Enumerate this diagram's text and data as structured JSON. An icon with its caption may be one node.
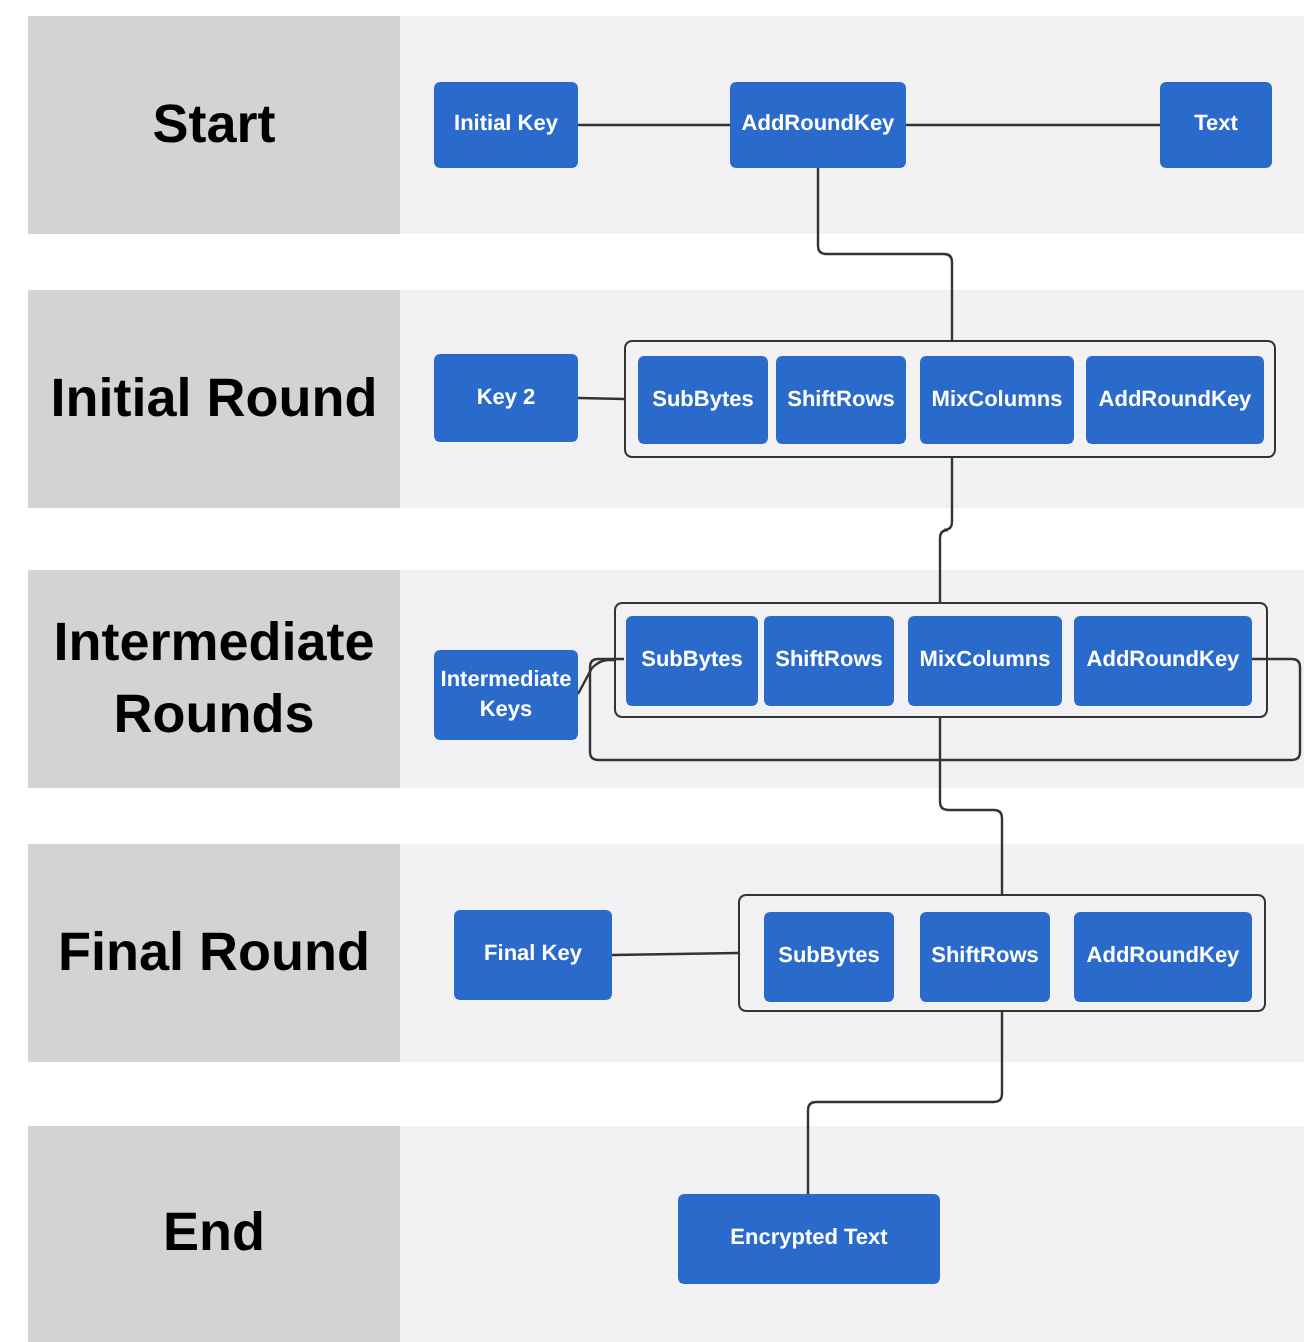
{
  "diagram": {
    "nodes": [
      {
        "text": [
          "Start"
        ]
      },
      {
        "text": [
          "Initial Key"
        ]
      },
      {
        "text": [
          "AddRoundKey"
        ]
      },
      {
        "text": [
          "Text"
        ]
      },
      {
        "text": [
          "Initial Round"
        ]
      },
      {
        "text": [
          "Key 2"
        ]
      },
      {
        "text": [],
        "shape": "box"
      },
      {
        "text": [
          "SubBytes"
        ],
        "in": 6
      },
      {
        "text": [
          "ShiftRows"
        ],
        "in": 6
      },
      {
        "text": [
          "MixColumns"
        ],
        "in": 6
      },
      {
        "text": [
          "AddRoundKey"
        ],
        "in": 6
      },
      {
        "text": [
          "Intermediate Rounds"
        ]
      },
      {
        "text": [
          "Intermediate Keys"
        ]
      },
      {
        "text": [],
        "shape": "box"
      },
      {
        "text": [
          "SubBytes"
        ],
        "in": 13
      },
      {
        "text": [
          "ShiftRows"
        ],
        "in": 13
      },
      {
        "text": [
          "MixColumns"
        ],
        "in": 13
      },
      {
        "text": [
          "AddRoundKey"
        ],
        "in": 13
      },
      {
        "text": [
          "Final Round"
        ]
      },
      {
        "text": [
          "Final Key"
        ]
      },
      {
        "text": [],
        "shape": "box"
      },
      {
        "text": [
          "SubBytes"
        ],
        "in": 20
      },
      {
        "text": [
          "ShiftRows"
        ],
        "in": 20
      },
      {
        "text": [
          "AddRoundKey"
        ],
        "in": 20
      },
      {
        "text": [
          "End"
        ]
      },
      {
        "text": [
          "Encrypted Text"
        ]
      }
    ],
    "edges": [
      {
        "from": 1,
        "to": 2,
        "arrow": "none"
      },
      {
        "from": 2,
        "to": 3,
        "arrow": "none"
      },
      {
        "from": 2,
        "to": 6,
        "arrow": "none"
      },
      {
        "from": 5,
        "to": 6,
        "arrow": "none"
      },
      {
        "from": 6,
        "to": 13,
        "arrow": "none"
      },
      {
        "from": 12,
        "to": 13,
        "arrow": "none"
      },
      {
        "from": 17,
        "to": 14,
        "arrow": "none"
      },
      {
        "from": 13,
        "to": 20,
        "arrow": "none"
      },
      {
        "from": 19,
        "to": 20,
        "arrow": "none"
      },
      {
        "from": 20,
        "to": 25,
        "arrow": "none"
      }
    ]
  }
}
